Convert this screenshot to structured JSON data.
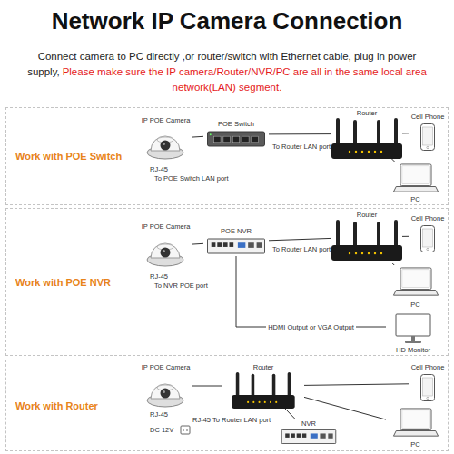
{
  "diagram": {
    "title": "Network IP Camera Connection",
    "nodes": [
      {
        "text": [
          "Work with POE Switch"
        ]
      },
      {
        "text": [
          "IP POE Camera"
        ],
        "in": 0
      },
      {
        "text": [
          "POE Switch"
        ],
        "in": 0
      },
      {
        "text": [
          "Router"
        ],
        "in": 0
      },
      {
        "text": [
          "Cell Phone"
        ],
        "in": 0
      },
      {
        "text": [
          "PC"
        ],
        "in": 0
      },
      {
        "text": [
          "Work with POE NVR"
        ]
      },
      {
        "text": [
          "IP POE Camera"
        ],
        "in": 6
      },
      {
        "text": [
          "POE NVR"
        ],
        "in": 6
      },
      {
        "text": [
          "Router"
        ],
        "in": 6
      },
      {
        "text": [
          "Cell Phone"
        ],
        "in": 6
      },
      {
        "text": [
          "PC"
        ],
        "in": 6
      },
      {
        "text": [
          "HD Monitor"
        ],
        "in": 6
      },
      {
        "text": [
          "Work with Router"
        ]
      },
      {
        "text": [
          "IP POE Camera"
        ],
        "in": 13
      },
      {
        "text": [
          "Router"
        ],
        "in": 13
      },
      {
        "text": [
          "Cell Phone"
        ],
        "in": 13
      },
      {
        "text": [
          "NVR"
        ],
        "in": 13
      },
      {
        "text": [
          "PC"
        ],
        "in": 13
      }
    ],
    "edges": [
      {
        "from": 1,
        "to": 2,
        "arrow": "none"
      },
      {
        "from": 2,
        "to": 3,
        "arrow": "none"
      },
      {
        "from": 3,
        "to": 4,
        "arrow": "none"
      },
      {
        "from": 3,
        "to": 5,
        "arrow": "none"
      },
      {
        "from": 7,
        "to": 8,
        "arrow": "none"
      },
      {
        "from": 8,
        "to": 9,
        "arrow": "none"
      },
      {
        "from": 9,
        "to": 10,
        "arrow": "none"
      },
      {
        "from": 9,
        "to": 11,
        "arrow": "none"
      },
      {
        "from": 8,
        "to": 12,
        "label": "HDMI Output or VGA Output",
        "arrow": "none"
      },
      {
        "from": 14,
        "to": 15,
        "arrow": "none"
      },
      {
        "from": 15,
        "to": 16,
        "arrow": "none"
      },
      {
        "from": 15,
        "to": 18,
        "arrow": "none"
      },
      {
        "from": 15,
        "to": 17,
        "arrow": "none"
      }
    ],
    "labels": [
      "Connect camera to PC directly ,or router/switch with Ethernet cable, plug in power supply,",
      "Please make sure the IP camera/Router/NVR/PC are all in the same local area network(LAN) segment.",
      "RJ-45",
      "To POE Switch LAN port",
      "To Router LAN port",
      "RJ-45",
      "To NVR POE port",
      "To Router LAN port",
      "RJ-45",
      "DC 12V",
      "RJ-45 To Router LAN port"
    ]
  }
}
